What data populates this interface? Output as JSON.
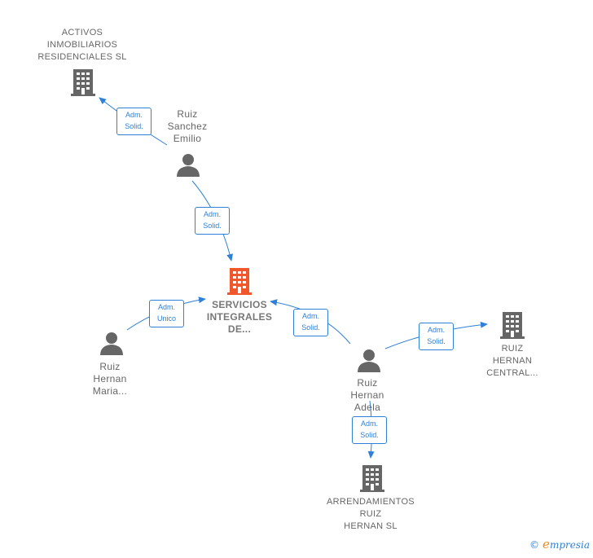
{
  "colors": {
    "edge": "#2f80d8",
    "icon_gray": "#666666",
    "main_company": "#f0572a",
    "brand_orange": "#f28a20"
  },
  "nodes": {
    "activos": {
      "lines": [
        "ACTIVOS",
        "INMOBILIARIOS",
        "RESIDENCIALES SL"
      ],
      "type": "company"
    },
    "ruiz_sanchez": {
      "lines": [
        "Ruiz",
        "Sanchez",
        "Emilio"
      ],
      "type": "person"
    },
    "servicios": {
      "lines": [
        "SERVICIOS",
        "INTEGRALES",
        "DE..."
      ],
      "type": "company-main"
    },
    "ruiz_maria": {
      "lines": [
        "Ruiz",
        "Hernan",
        "Maria..."
      ],
      "type": "person"
    },
    "ruiz_adela": {
      "lines": [
        "Ruiz",
        "Hernan",
        "Adela"
      ],
      "type": "person"
    },
    "ruiz_central": {
      "lines": [
        "RUIZ",
        "HERNAN",
        "CENTRAL..."
      ],
      "type": "company"
    },
    "arrendamientos": {
      "lines": [
        "ARRENDAMIENTOS",
        "RUIZ",
        "HERNAN SL"
      ],
      "type": "company"
    }
  },
  "badges": {
    "b1": [
      "Adm.",
      "Solid."
    ],
    "b2": [
      "Adm.",
      "Solid."
    ],
    "b3": [
      "Adm.",
      "Unico"
    ],
    "b4": [
      "Adm.",
      "Solid."
    ],
    "b5": [
      "Adm.",
      "Solid."
    ],
    "b6": [
      "Adm.",
      "Solid."
    ]
  },
  "footer": {
    "copyright": "©",
    "brand_first": "e",
    "brand_rest": "mpresia"
  }
}
